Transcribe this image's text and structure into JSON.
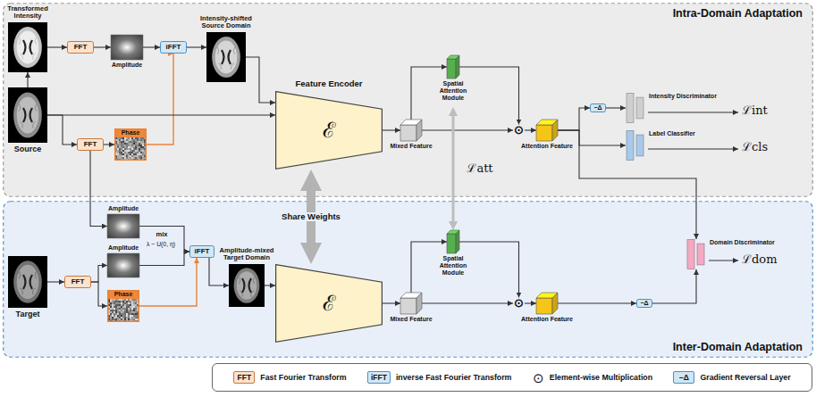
{
  "diagram": {
    "nodes": [
      {
        "text": [
          "Intra-Domain Adaptation"
        ]
      },
      {
        "text": [
          "Inter-Domain Adaptation"
        ]
      },
      {
        "text": [
          "Transformed Intensity"
        ],
        "in": 0
      },
      {
        "text": [
          "FFT"
        ],
        "in": 0
      },
      {
        "text": [
          "Amplitude"
        ],
        "in": 0
      },
      {
        "text": [
          "iFFT"
        ],
        "in": 0
      },
      {
        "text": [
          "Intensity-shifted Source Domain"
        ],
        "in": 0
      },
      {
        "text": [
          "Source"
        ],
        "in": 0
      },
      {
        "text": [
          "FFT"
        ],
        "in": 0
      },
      {
        "text": [
          "Phase"
        ],
        "in": 0
      },
      {
        "text": [
          "Feature Encoder",
          "ℰ"
        ],
        "in": 0
      },
      {
        "text": [
          "Mixed Feature"
        ],
        "in": 0
      },
      {
        "text": [
          "Spatial Attention Module"
        ],
        "in": 0
      },
      {
        "text": [
          "⊙"
        ],
        "in": 0
      },
      {
        "text": [
          "Attention Feature"
        ],
        "in": 0
      },
      {
        "text": [
          "−Δ"
        ],
        "in": 0
      },
      {
        "text": [
          "Intensity Discriminator"
        ],
        "in": 0
      },
      {
        "text": [
          "Label Classifier"
        ],
        "in": 0
      },
      {
        "text": [
          "Amplitude"
        ],
        "in": 1
      },
      {
        "text": [
          "Amplitude"
        ],
        "in": 1
      },
      {
        "text": [
          "Phase"
        ],
        "in": 1
      },
      {
        "text": [
          "iFFT"
        ],
        "in": 1
      },
      {
        "text": [
          "Amplitude-mixed Target Domain"
        ],
        "in": 1
      },
      {
        "text": [
          "Target"
        ],
        "in": 1
      },
      {
        "text": [
          "FFT"
        ],
        "in": 1
      },
      {
        "text": [
          "ℰ"
        ],
        "in": 1
      },
      {
        "text": [
          "Mixed Feature"
        ],
        "in": 1
      },
      {
        "text": [
          "Spatial Attention Module"
        ],
        "in": 1
      },
      {
        "text": [
          "⊙"
        ],
        "in": 1
      },
      {
        "text": [
          "Attention Feature"
        ],
        "in": 1
      },
      {
        "text": [
          "−Δ"
        ],
        "in": 1
      },
      {
        "text": [
          "Domain Discriminator"
        ],
        "in": 1
      }
    ],
    "edges": [
      {
        "from": 2,
        "to": 3,
        "arrow": "to"
      },
      {
        "from": 3,
        "to": 4,
        "arrow": "to"
      },
      {
        "from": 4,
        "to": 5,
        "arrow": "to"
      },
      {
        "from": 5,
        "to": 6,
        "arrow": "to"
      },
      {
        "from": 9,
        "to": 5,
        "arrow": "to"
      },
      {
        "from": 6,
        "to": 10,
        "arrow": "to"
      },
      {
        "from": 7,
        "to": 10,
        "arrow": "to"
      },
      {
        "from": 7,
        "to": 2,
        "arrow": "to"
      },
      {
        "from": 7,
        "to": 8,
        "arrow": "to"
      },
      {
        "from": 8,
        "to": 9,
        "arrow": "to"
      },
      {
        "from": 8,
        "to": 18,
        "arrow": "to"
      },
      {
        "from": 23,
        "to": 24,
        "arrow": "to"
      },
      {
        "from": 24,
        "to": 19,
        "arrow": "to"
      },
      {
        "from": 24,
        "to": 20,
        "arrow": "to"
      },
      {
        "from": 18,
        "to": 21,
        "arrow": "to"
      },
      {
        "from": 19,
        "to": 21,
        "arrow": "to"
      },
      {
        "from": 20,
        "to": 21,
        "arrow": "to"
      },
      {
        "from": 21,
        "to": 22,
        "arrow": "to"
      },
      {
        "from": 22,
        "to": 25,
        "arrow": "to"
      },
      {
        "from": 10,
        "to": 11,
        "arrow": "to"
      },
      {
        "from": 11,
        "to": 12,
        "arrow": "to"
      },
      {
        "from": 11,
        "to": 13,
        "arrow": "to"
      },
      {
        "from": 12,
        "to": 13,
        "arrow": "to"
      },
      {
        "from": 13,
        "to": 14,
        "arrow": "to"
      },
      {
        "from": 14,
        "to": 15,
        "arrow": "to"
      },
      {
        "from": 15,
        "to": 16,
        "arrow": "to"
      },
      {
        "from": 14,
        "to": 17,
        "arrow": "to"
      },
      {
        "from": 25,
        "to": 26,
        "arrow": "to"
      },
      {
        "from": 26,
        "to": 27,
        "arrow": "to"
      },
      {
        "from": 26,
        "to": 28,
        "arrow": "to"
      },
      {
        "from": 27,
        "to": 28,
        "arrow": "to"
      },
      {
        "from": 28,
        "to": 29,
        "arrow": "to"
      },
      {
        "from": 29,
        "to": 30,
        "arrow": "to"
      },
      {
        "from": 30,
        "to": 31,
        "arrow": "to"
      },
      {
        "from": 14,
        "to": 31,
        "arrow": "to"
      },
      {
        "from": 10,
        "to": 25,
        "arrow": "both",
        "label": "Share Weights"
      },
      {
        "from": 12,
        "to": 27,
        "arrow": "both",
        "label": "ℒatt"
      }
    ],
    "labels": [
      "mix",
      "λ ~ U(0, η)",
      "ℒint",
      "ℒcls",
      "ℒdom",
      "FFT",
      "iFFT",
      "⊙",
      "−Δ"
    ],
    "legend": [
      {
        "text": "Fast Fourier Transform",
        "color": "#fde2cc"
      },
      {
        "text": "inverse Fast Fourier Transform",
        "color": "#d2e8f5"
      },
      {
        "text": "Element-wise Multiplication"
      },
      {
        "text": "Gradient Reversal Layer",
        "color": "#cfe6f4"
      }
    ]
  }
}
